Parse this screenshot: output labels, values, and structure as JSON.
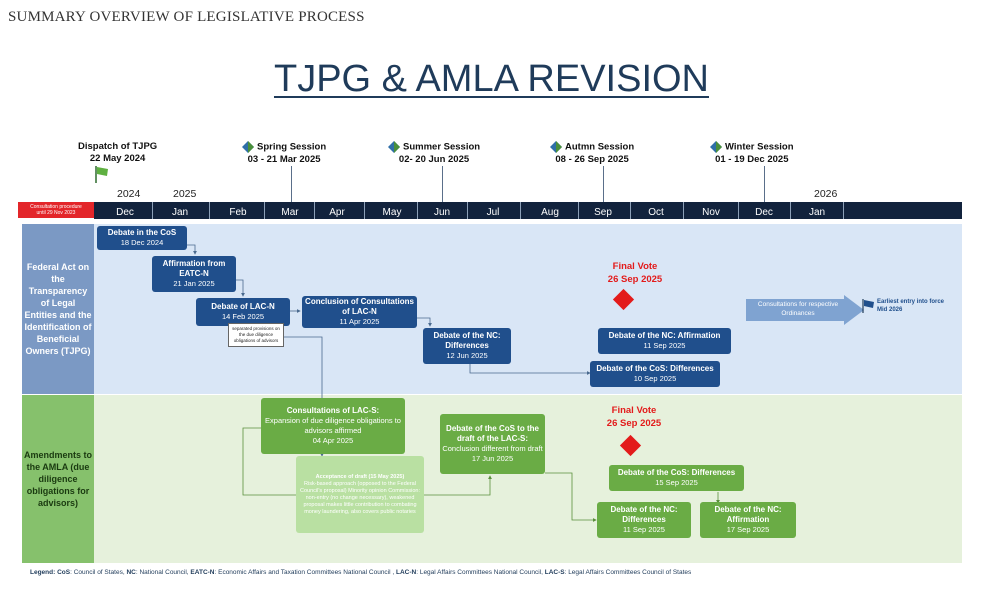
{
  "header": "SUMMARY OVERVIEW OF LEGISLATIVE PROCESS",
  "title": "TJPG & AMLA REVISION",
  "dispatch": {
    "line1": "Dispatch of TJPG",
    "line2": "22 May 2024"
  },
  "sessions": [
    {
      "name": "Spring Session",
      "dates": "03 - 21 Mar 2025"
    },
    {
      "name": "Summer Session",
      "dates": "02- 20 Jun 2025"
    },
    {
      "name": "Autmn Session",
      "dates": "08 - 26 Sep 2025"
    },
    {
      "name": "Winter Session",
      "dates": "01 - 19 Dec 2025"
    }
  ],
  "years": [
    "2024",
    "2025",
    "2026"
  ],
  "consultation_badge": {
    "line1": "Consultation procedure",
    "line2": "until 29 Nov 2023"
  },
  "months": [
    "Dec",
    "Jan",
    "Feb",
    "Mar",
    "Apr",
    "May",
    "Jun",
    "Jul",
    "Aug",
    "Sep",
    "Oct",
    "Nov",
    "Dec",
    "Jan"
  ],
  "rows": {
    "tjpg": "Federal Act on the Transparency of Legal Entities and the Identification of Beneficial Owners (TJPG)",
    "amla": "Amendments to the AMLA (due diligence obligations for advisors)"
  },
  "tjpg_boxes": {
    "cos_debate": {
      "title": "Debate in the CoS",
      "date": "18 Dec 2024"
    },
    "eatc_affirm": {
      "title": "Affirmation from EATC-N",
      "date": "21 Jan 2025"
    },
    "lacn_debate": {
      "title": "Debate of LAC-N",
      "date": "14 Feb 2025"
    },
    "lacn_note": "separated provisions on the due diligence obligations of advisors",
    "lacn_conclusion": {
      "title": "Conclusion of Consultations of LAC-N",
      "date": "11 Apr 2025"
    },
    "nc_diff": {
      "title": "Debate of the NC: Differences",
      "date": "12 Jun 2025"
    },
    "nc_affirm": {
      "title": "Debate of the NC: Affirmation",
      "date": "11 Sep 2025"
    },
    "cos_diff": {
      "title": "Debate of the CoS: Differences",
      "date": "10 Sep 2025"
    },
    "final_vote": {
      "label": "Final Vote",
      "date": "26 Sep 2025"
    },
    "consult_ordinances": "Consultations for respective Ordinances",
    "entry_force": {
      "line1": "Earliest entry into force",
      "line2": "Mid 2026"
    }
  },
  "amla_boxes": {
    "lacs_consult": {
      "title": "Consultations of LAC-S:",
      "body": "Expansion of due diligence obligations to advisors affirmed",
      "date": "04 Apr 2025"
    },
    "draft_accept": {
      "title": "Acceptance of draft (15 May 2025)",
      "body": "Risk-based approach (opposed to the Federal Council's proposal) Minority opinion Commission: non-entry (no change necessary), weakened proposal makes little contribution to combating money laundering, also covers public notaries"
    },
    "cos_draft_debate": {
      "title": "Debate of the CoS to the draft of the LAC-S:",
      "body": "Conclusion different from draft",
      "date": "17 Jun 2025"
    },
    "final_vote": {
      "label": "Final Vote",
      "date": "26 Sep 2025"
    },
    "cos_diff": {
      "title": "Debate of the CoS: Differences",
      "date": "15 Sep 2025"
    },
    "nc_diff": {
      "title": "Debate of the NC: Differences",
      "date": "11 Sep 2025"
    },
    "nc_affirm": {
      "title": "Debate of the NC: Affirmation",
      "date": "17 Sep 2025"
    }
  },
  "legend": {
    "label": "Legend:",
    "items": [
      {
        "abbr": "CoS",
        "text": ": Council of States, "
      },
      {
        "abbr": "NC",
        "text": ": National Council, "
      },
      {
        "abbr": "EATC-N",
        "text": ": Economic Affairs and Taxation Committees National Council , "
      },
      {
        "abbr": "LAC-N",
        "text": ": Legal Affairs Committees National Council, "
      },
      {
        "abbr": "LAC-S",
        "text": ": Legal Affairs Committees Council of States"
      }
    ]
  },
  "colors": {
    "navy": "#12233d",
    "blue_box": "#204f8c",
    "green_box": "#6aac45",
    "final_vote": "#e31b1b"
  }
}
